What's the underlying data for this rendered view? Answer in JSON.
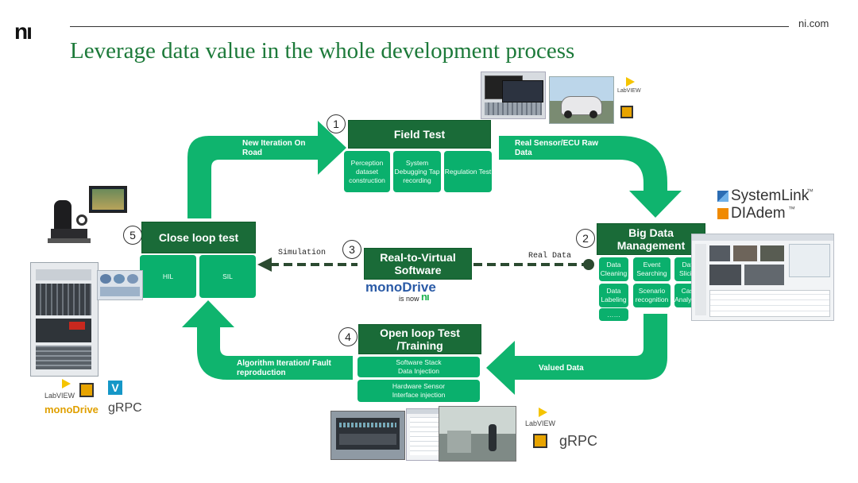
{
  "header": {
    "logo": "nı",
    "site": "ni.com",
    "title": "Leverage data value in the whole development process"
  },
  "steps": {
    "field_test": {
      "num": "1",
      "title": "Field Test",
      "cells": [
        "Perception dataset construction",
        "System Debugging Tap recording",
        "Regulation Test"
      ]
    },
    "big_data": {
      "num": "2",
      "title": "Big Data Management",
      "cells": [
        "Data Cleaning",
        "Event Searching",
        "Data Slicing",
        "Data Labeling",
        "Scenario recognition",
        "Case Analyzing",
        "……"
      ]
    },
    "real_to_virtual": {
      "num": "3",
      "title": "Real-to-Virtual Software"
    },
    "open_loop": {
      "num": "4",
      "title": "Open loop Test /Training",
      "cells": [
        "Software Stack Data Injection",
        "Hardware Sensor Interface injection"
      ]
    },
    "close_loop": {
      "num": "5",
      "title": "Close loop test",
      "cells": [
        "HIL",
        "SIL"
      ]
    }
  },
  "flows": {
    "new_iteration": "New Iteration On Road",
    "real_sensor": "Real Sensor/ECU Raw Data",
    "valued_data": "Valued Data",
    "algorithm_iteration": "Algorithm Iteration/ Fault reproduction",
    "simulation": "Simulation",
    "real_data": "Real Data"
  },
  "brands": {
    "labview": "LabVIEW",
    "systemlink": "SystemLink",
    "diadem": "DIAdem",
    "monodrive": "monoDrive",
    "is_now": "is now",
    "ni_mark": "nı",
    "grpc": "gRPC",
    "vi_mark": "V",
    "tm": "™"
  },
  "colors": {
    "arrow": "#0fb46e",
    "header": "#1a6b38",
    "cell": "#0ab06d",
    "title": "#1d7a3a"
  },
  "icons": [
    "labview-icon",
    "chip-icon",
    "systemlink-icon",
    "diadem-icon",
    "grpc-icon",
    "veristand-icon"
  ]
}
